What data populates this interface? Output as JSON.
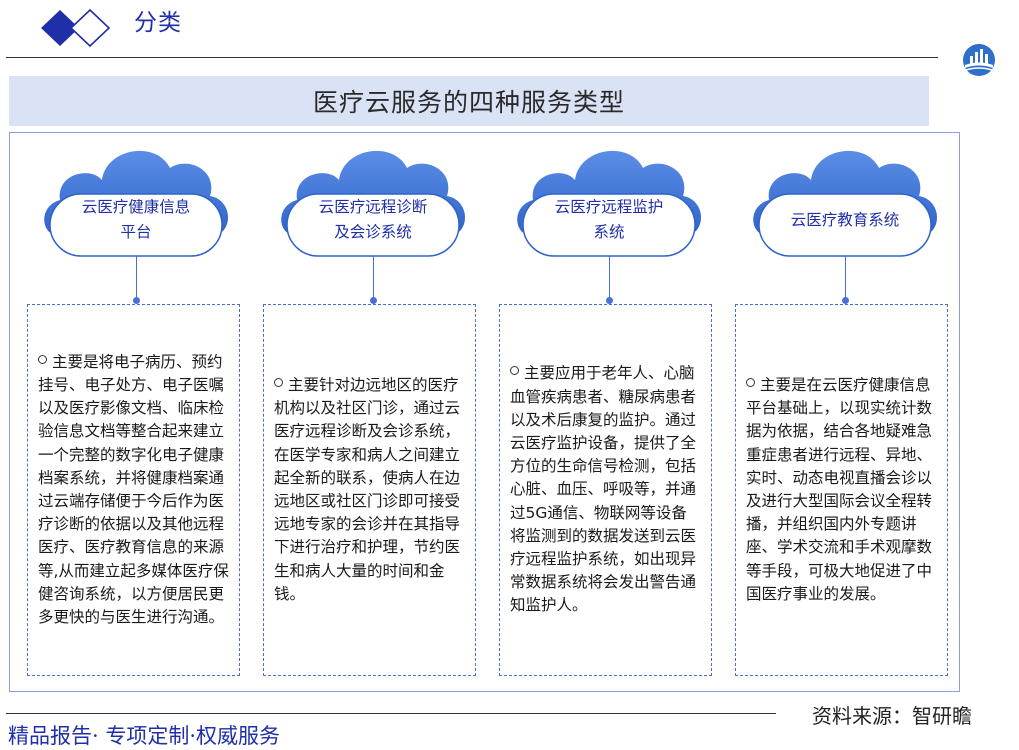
{
  "header": {
    "section_title": "分类"
  },
  "banner": {
    "title": "医疗云服务的四种服务类型"
  },
  "services": [
    {
      "name": "云医疗健康信息平台",
      "name_lines": [
        "云医疗健康信息",
        "平台"
      ],
      "description": "主要是将电子病历、预约挂号、电子处方、电子医嘱以及医疗影像文档、临床检验信息文档等整合起来建立一个完整的数字化电子健康档案系统，并将健康档案通过云端存储便于今后作为医疗诊断的依据以及其他远程医疗、医疗教育信息的来源等,从而建立起多媒体医疗保健咨询系统，以方便居民更多更快的与医生进行沟通。"
    },
    {
      "name": "云医疗远程诊断及会诊系统",
      "name_lines": [
        "云医疗远程诊断",
        "及会诊系统"
      ],
      "description": "主要针对边远地区的医疗机构以及社区门诊，通过云医疗远程诊断及会诊系统，在医学专家和病人之间建立起全新的联系，使病人在边远地区或社区门诊即可接受远地专家的会诊并在其指导下进行治疗和护理，节约医生和病人大量的时间和金钱。"
    },
    {
      "name": "云医疗远程监护系统",
      "name_lines": [
        "云医疗远程监护",
        "系统"
      ],
      "description": "主要应用于老年人、心脑血管疾病患者、糖尿病患者以及术后康复的监护。通过云医疗监护设备，提供了全方位的生命信号检测，包括心脏、血压、呼吸等，并通过5G通信、物联网等设备将监测到的数据发送到云医疗远程监护系统，如出现异常数据系统将会发出警告通知监护人。"
    },
    {
      "name": "云医疗教育系统",
      "name_lines": [
        "云医疗教育系统"
      ],
      "description": "主要是在云医疗健康信息平台基础上，以现实统计数据为依据，结合各地疑难急重症患者进行远程、异地、实时、动态电视直播会诊以及进行大型国际会议全程转播，并组织国内外专题讲座、学术交流和手术观摩数等手段，可极大地促进了中国医疗事业的发展。"
    }
  ],
  "footer": {
    "source": "资料来源：智研瞻",
    "slogan": "精品报告· 专项定制·权威服务"
  },
  "colors": {
    "accent": "#1f2fa8",
    "banner_bg": "#dae3f5",
    "line": "#4a6fd6",
    "frame": "#8aa0df"
  }
}
